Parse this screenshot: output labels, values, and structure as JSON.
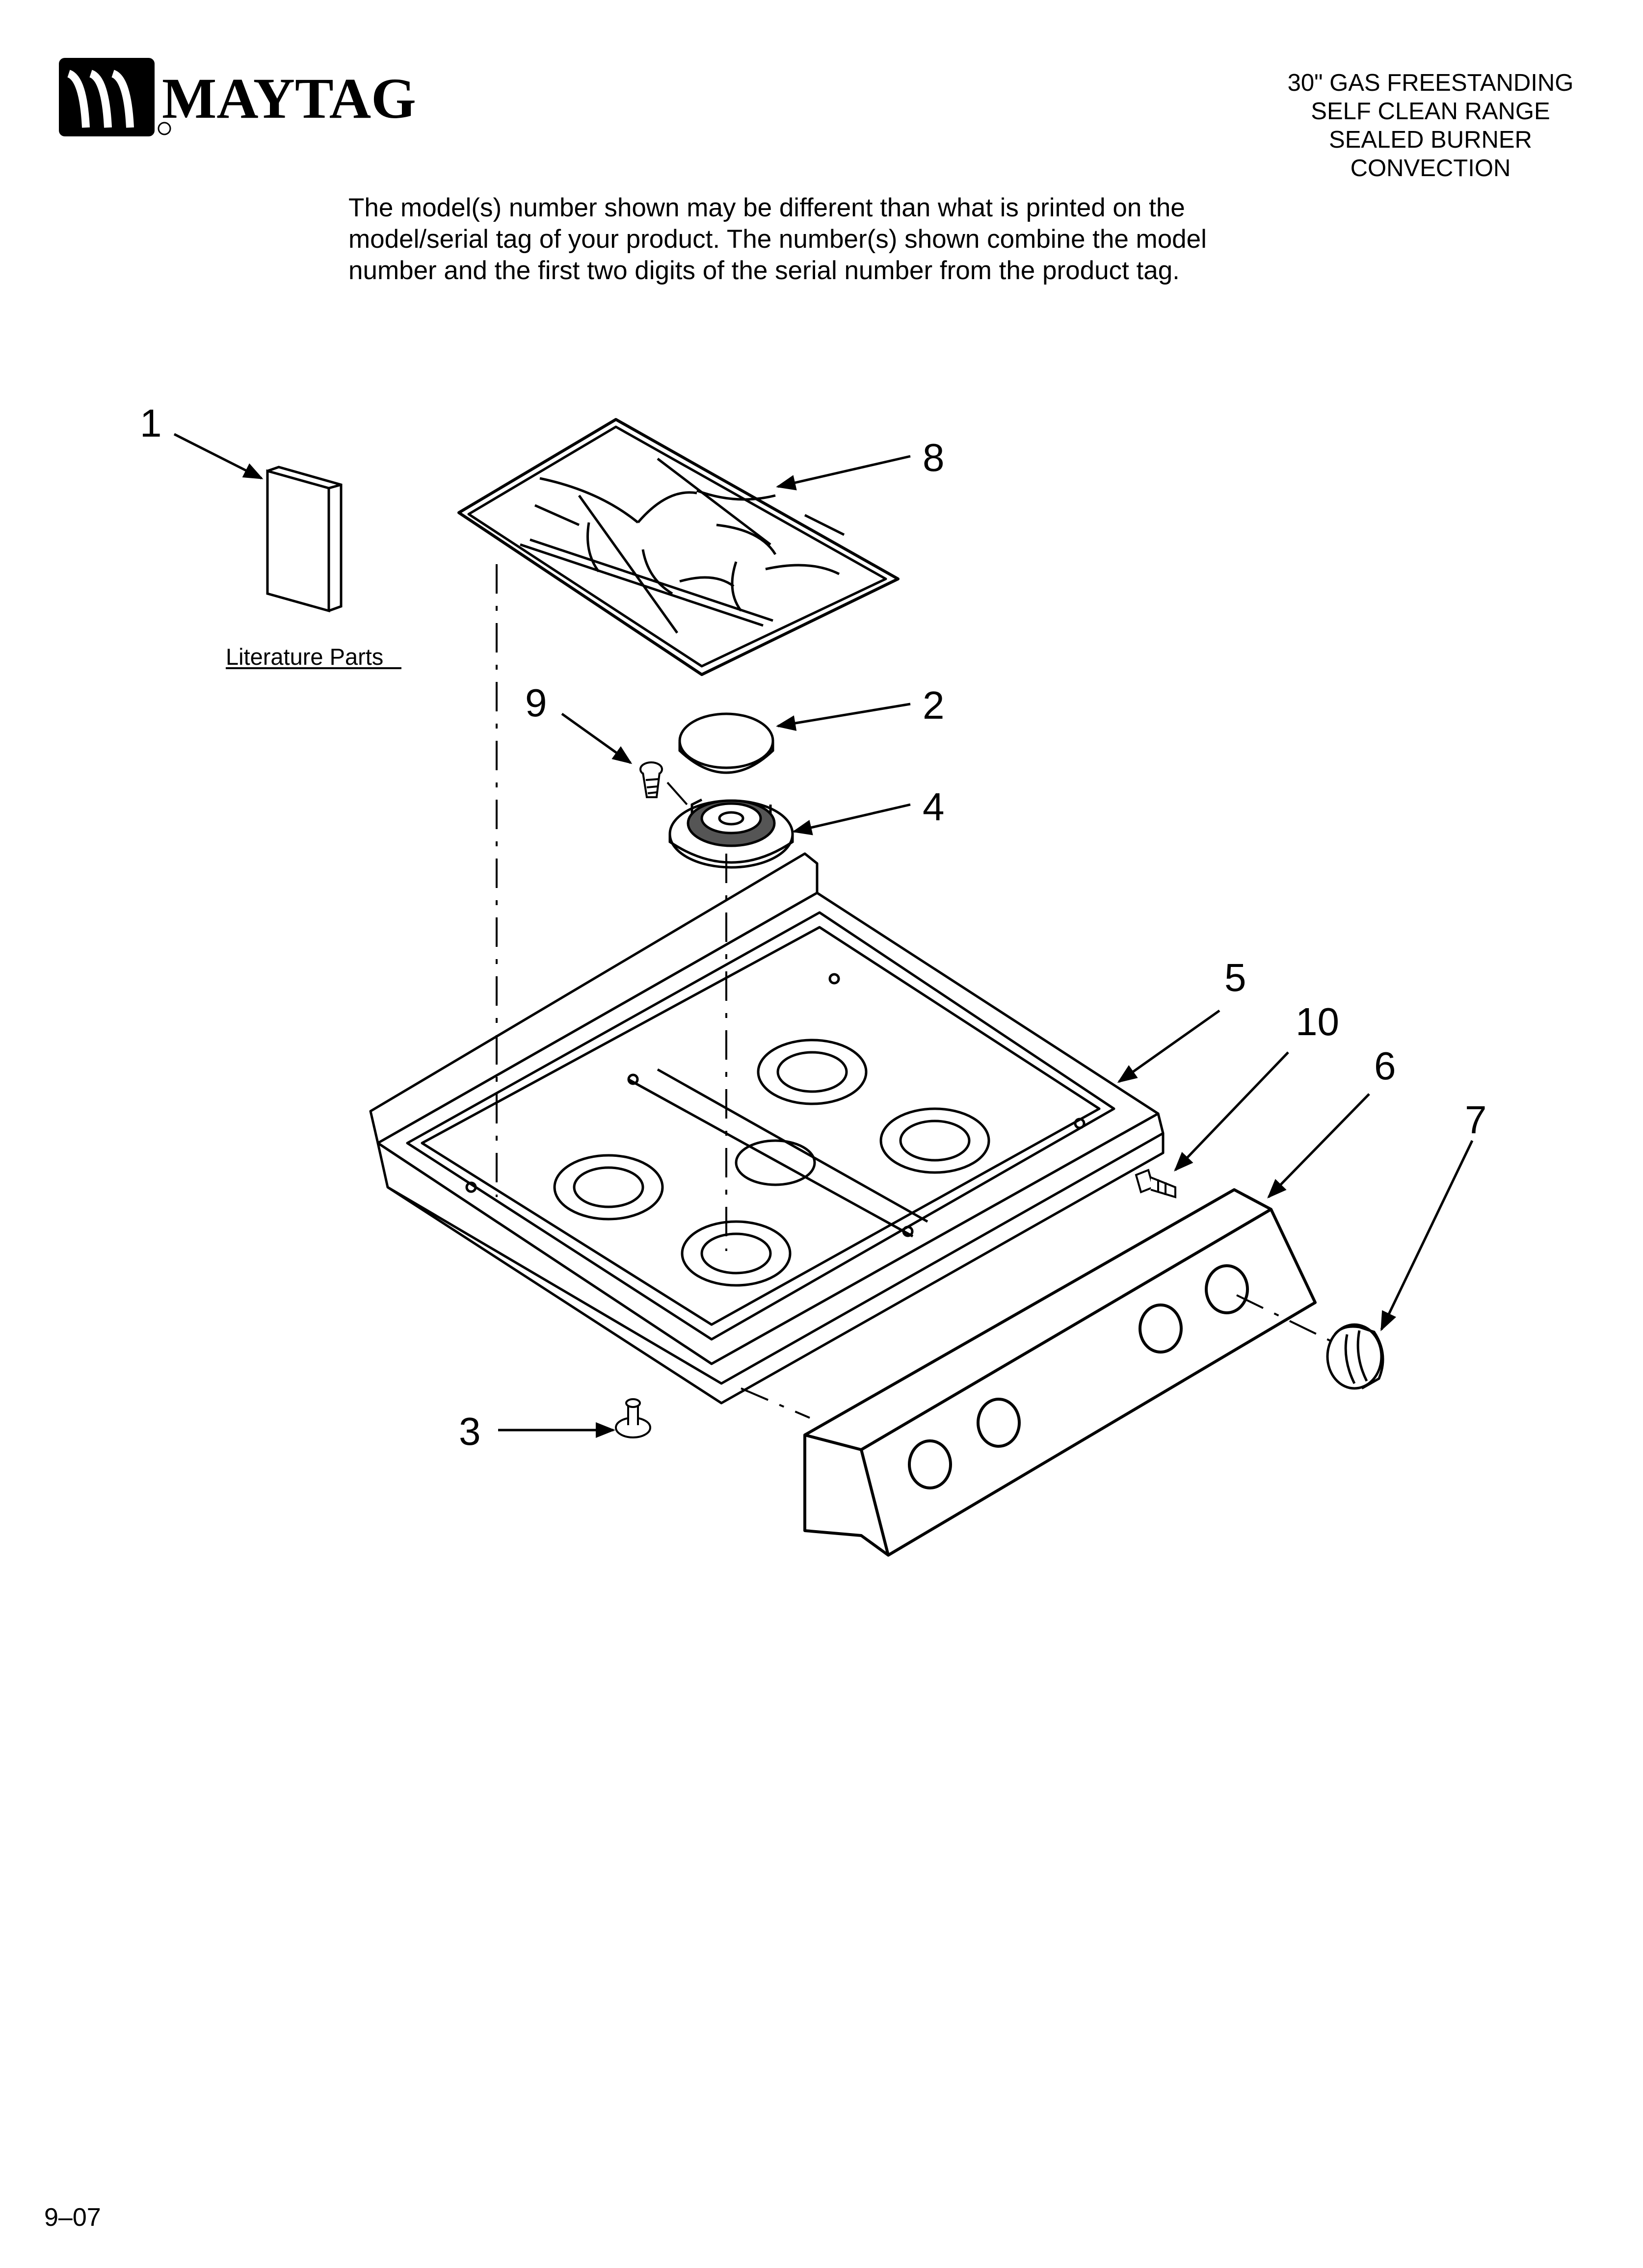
{
  "header": {
    "brand": "MAYTAG",
    "product_lines": [
      "30\" GAS FREESTANDING",
      "SELF CLEAN RANGE",
      "SEALED BURNER",
      "CONVECTION"
    ]
  },
  "notice": {
    "lines": [
      "The model(s) number shown may be different than what is printed on the",
      "model/serial tag of your product. The number(s) shown combine the model",
      "number and the first two digits of the serial number from the product tag."
    ]
  },
  "diagram": {
    "literature_label": "Literature Parts",
    "callouts": [
      {
        "id": "1",
        "part": "literature-parts"
      },
      {
        "id": "8",
        "part": "burner-grate"
      },
      {
        "id": "9",
        "part": "burner-screw"
      },
      {
        "id": "2",
        "part": "burner-cap"
      },
      {
        "id": "4",
        "part": "burner-base"
      },
      {
        "id": "5",
        "part": "cooktop"
      },
      {
        "id": "10",
        "part": "panel-screw"
      },
      {
        "id": "6",
        "part": "control-panel"
      },
      {
        "id": "7",
        "part": "control-knob"
      },
      {
        "id": "3",
        "part": "cooktop-bumper"
      }
    ]
  },
  "footer": {
    "date_code": "9–07"
  }
}
